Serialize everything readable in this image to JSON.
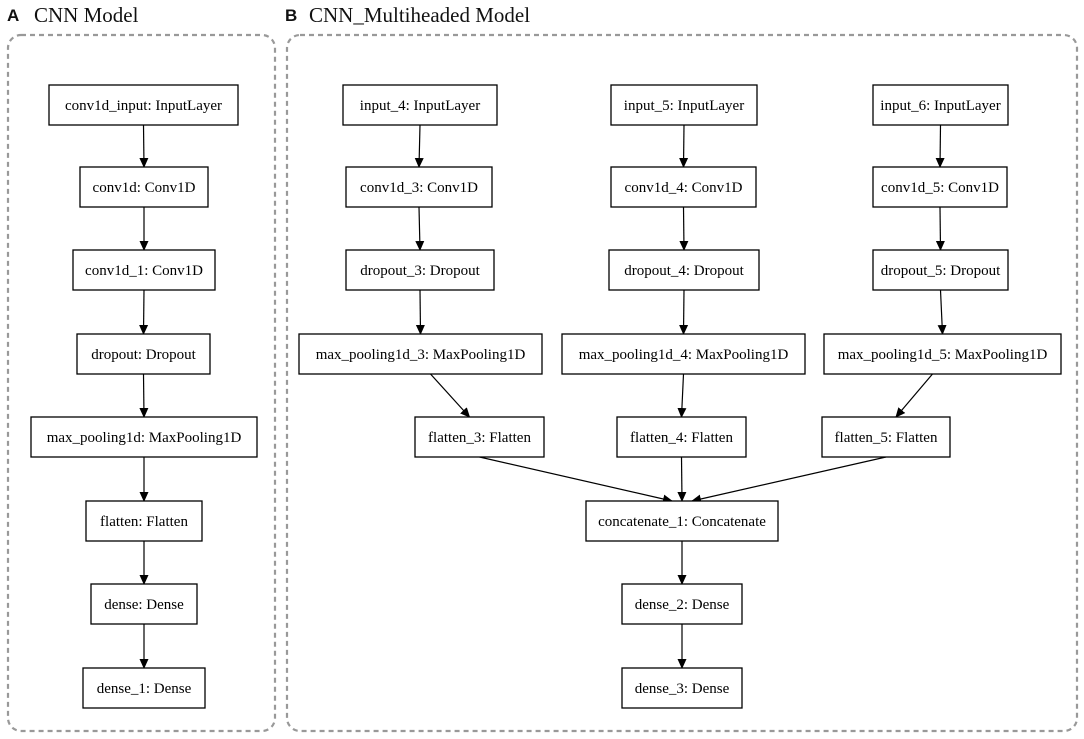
{
  "panels": {
    "a": {
      "letter": "A",
      "title": "CNN Model"
    },
    "b": {
      "letter": "B",
      "title": "CNN_Multiheaded Model"
    }
  },
  "nodes": {
    "a_input": "conv1d_input: InputLayer",
    "a_conv1": "conv1d: Conv1D",
    "a_conv2": "conv1d_1: Conv1D",
    "a_dropout": "dropout: Dropout",
    "a_pool": "max_pooling1d: MaxPooling1D",
    "a_flatten": "flatten: Flatten",
    "a_dense": "dense: Dense",
    "a_dense1": "dense_1: Dense",
    "b_input4": "input_4: InputLayer",
    "b_input5": "input_5: InputLayer",
    "b_input6": "input_6: InputLayer",
    "b_conv3": "conv1d_3: Conv1D",
    "b_conv4": "conv1d_4: Conv1D",
    "b_conv5": "conv1d_5: Conv1D",
    "b_drop3": "dropout_3: Dropout",
    "b_drop4": "dropout_4: Dropout",
    "b_drop5": "dropout_5: Dropout",
    "b_pool3": "max_pooling1d_3: MaxPooling1D",
    "b_pool4": "max_pooling1d_4: MaxPooling1D",
    "b_pool5": "max_pooling1d_5: MaxPooling1D",
    "b_flat3": "flatten_3: Flatten",
    "b_flat4": "flatten_4: Flatten",
    "b_flat5": "flatten_5: Flatten",
    "b_concat": "concatenate_1: Concatenate",
    "b_dense2": "dense_2: Dense",
    "b_dense3": "dense_3: Dense"
  },
  "edges": [
    [
      "a_input",
      "a_conv1"
    ],
    [
      "a_conv1",
      "a_conv2"
    ],
    [
      "a_conv2",
      "a_dropout"
    ],
    [
      "a_dropout",
      "a_pool"
    ],
    [
      "a_pool",
      "a_flatten"
    ],
    [
      "a_flatten",
      "a_dense"
    ],
    [
      "a_dense",
      "a_dense1"
    ],
    [
      "b_input4",
      "b_conv3"
    ],
    [
      "b_conv3",
      "b_drop3"
    ],
    [
      "b_drop3",
      "b_pool3"
    ],
    [
      "b_pool3",
      "b_flat3"
    ],
    [
      "b_input5",
      "b_conv4"
    ],
    [
      "b_conv4",
      "b_drop4"
    ],
    [
      "b_drop4",
      "b_pool4"
    ],
    [
      "b_pool4",
      "b_flat4"
    ],
    [
      "b_input6",
      "b_conv5"
    ],
    [
      "b_conv5",
      "b_drop5"
    ],
    [
      "b_drop5",
      "b_pool5"
    ],
    [
      "b_pool5",
      "b_flat5"
    ],
    [
      "b_flat3",
      "b_concat"
    ],
    [
      "b_flat4",
      "b_concat"
    ],
    [
      "b_flat5",
      "b_concat"
    ],
    [
      "b_concat",
      "b_dense2"
    ],
    [
      "b_dense2",
      "b_dense3"
    ]
  ]
}
